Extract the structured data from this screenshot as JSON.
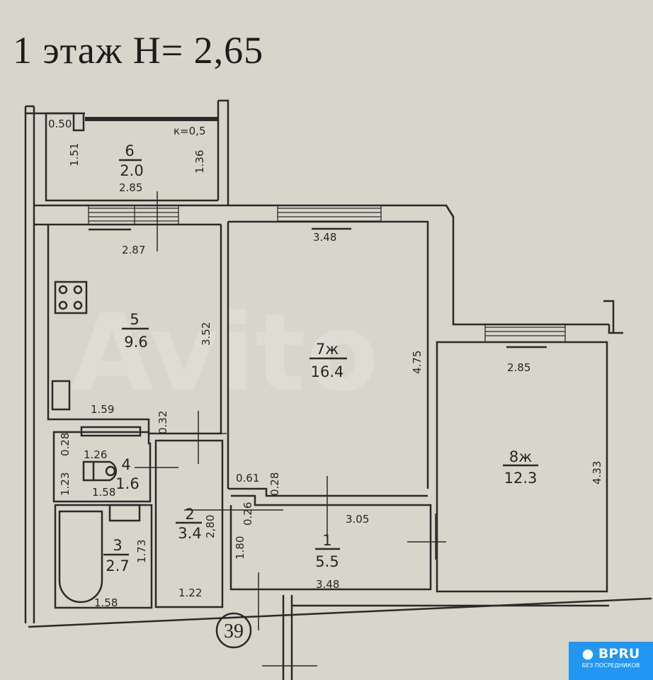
{
  "title": "1 этаж H= 2,65",
  "watermark": "Avito",
  "rooms": [
    {
      "number": "1",
      "area": "5.5"
    },
    {
      "number": "2",
      "area": "3.4"
    },
    {
      "number": "3",
      "area": "2.7"
    },
    {
      "number": "4",
      "area": "1.6"
    },
    {
      "number": "5",
      "area": "9.6"
    },
    {
      "number": "6",
      "area": "2.0"
    },
    {
      "number": "7ж",
      "area": "16.4"
    },
    {
      "number": "8ж",
      "area": "12.3"
    }
  ],
  "dimensions": {
    "balcony_corner": "0.50",
    "balcony_k": "к=0,5",
    "balcony_left": "1.51",
    "balcony_right": "1.36",
    "balcony_width": "2.85",
    "kitchen_top": "2.87",
    "kitchen_right": "3.52",
    "kitchen_bottom": "1.59",
    "kitchen_notch": "0.32",
    "room7_top": "3.48",
    "room7_right": "4.75",
    "room7_notch_w": "0.61",
    "room7_notch_h": "0.28",
    "room8_top": "2.85",
    "room8_right": "4.33",
    "wc_top": "1.26",
    "wc_side": "0.28",
    "wc_left": "1.23",
    "wc_bottom": "1.58",
    "bath_right": "1.73",
    "bath_bottom": "1.58",
    "corridor_right": "2,80",
    "corridor_bottom": "1.22",
    "hall_top": "3.05",
    "hall_left": "1.80",
    "hall_notch": "0.26",
    "hall_bottom": "3.48"
  },
  "axis_label": "39",
  "badge": {
    "name": "BPRU",
    "tagline": "БЕЗ ПОСРЕДНИКОВ"
  }
}
